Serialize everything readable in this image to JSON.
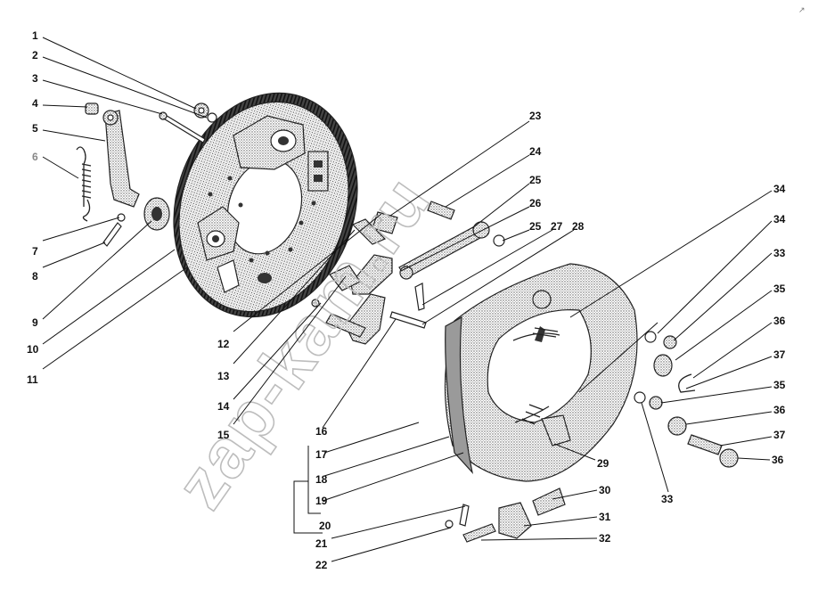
{
  "watermark": "zap-kam.ru",
  "corner_mark": "↗",
  "callouts": [
    {
      "id": "c1",
      "text": "1"
    },
    {
      "id": "c2",
      "text": "2"
    },
    {
      "id": "c3",
      "text": "3"
    },
    {
      "id": "c4",
      "text": "4"
    },
    {
      "id": "c5",
      "text": "5"
    },
    {
      "id": "c6",
      "text": "6"
    },
    {
      "id": "c7",
      "text": "7"
    },
    {
      "id": "c8",
      "text": "8"
    },
    {
      "id": "c9",
      "text": "9"
    },
    {
      "id": "c10",
      "text": "10"
    },
    {
      "id": "c11",
      "text": "11"
    },
    {
      "id": "c12",
      "text": "12"
    },
    {
      "id": "c13",
      "text": "13"
    },
    {
      "id": "c14",
      "text": "14"
    },
    {
      "id": "c15",
      "text": "15"
    },
    {
      "id": "c16",
      "text": "16"
    },
    {
      "id": "c17",
      "text": "17"
    },
    {
      "id": "c18",
      "text": "18"
    },
    {
      "id": "c19",
      "text": "19"
    },
    {
      "id": "c20",
      "text": "20"
    },
    {
      "id": "c21",
      "text": "21"
    },
    {
      "id": "c22",
      "text": "22"
    },
    {
      "id": "c23",
      "text": "23"
    },
    {
      "id": "c24",
      "text": "24"
    },
    {
      "id": "c25a",
      "text": "25"
    },
    {
      "id": "c26",
      "text": "26"
    },
    {
      "id": "c25b",
      "text": "25"
    },
    {
      "id": "c27",
      "text": "27"
    },
    {
      "id": "c28",
      "text": "28"
    },
    {
      "id": "c29",
      "text": "29"
    },
    {
      "id": "c30",
      "text": "30"
    },
    {
      "id": "c31",
      "text": "31"
    },
    {
      "id": "c32",
      "text": "32"
    },
    {
      "id": "c33a",
      "text": "33"
    },
    {
      "id": "c33b",
      "text": "33"
    },
    {
      "id": "c34a",
      "text": "34"
    },
    {
      "id": "c34b",
      "text": "34"
    },
    {
      "id": "c35a",
      "text": "35"
    },
    {
      "id": "c35b",
      "text": "35"
    },
    {
      "id": "c36a",
      "text": "36"
    },
    {
      "id": "c36b",
      "text": "36"
    },
    {
      "id": "c36c",
      "text": "36"
    },
    {
      "id": "c37a",
      "text": "37"
    },
    {
      "id": "c37b",
      "text": "37"
    }
  ]
}
